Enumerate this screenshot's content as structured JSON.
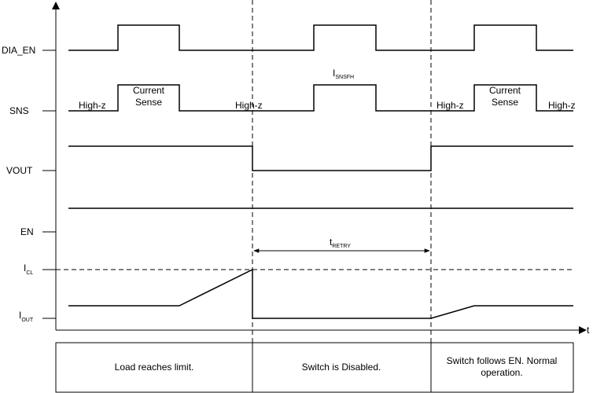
{
  "signals": {
    "dia_en": "DIA_EN",
    "sns": "SNS",
    "vout": "VOUT",
    "en": "EN",
    "icl": {
      "main": "I",
      "sub": "CL"
    },
    "iout": {
      "main": "I",
      "sub": "OUT"
    }
  },
  "axis": {
    "time": "t"
  },
  "sns_annotations": {
    "high_z": "High-z",
    "current_sense_line1": "Current",
    "current_sense_line2": "Sense",
    "isnsfh": {
      "main": "I",
      "sub": "SNSFH"
    }
  },
  "timing": {
    "tretry": {
      "main": "t",
      "sub": "RETRY"
    }
  },
  "panels": [
    {
      "lines": [
        "Load reaches limit."
      ]
    },
    {
      "lines": [
        "Switch is Disabled."
      ]
    },
    {
      "lines": [
        "Switch follows EN.  Normal",
        "operation."
      ]
    }
  ]
}
